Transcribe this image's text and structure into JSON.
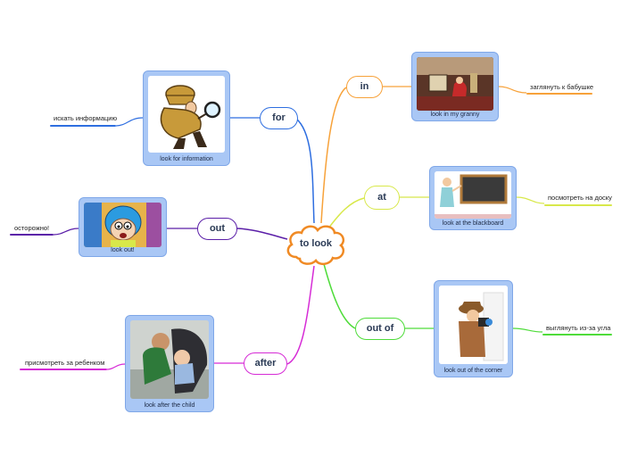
{
  "center": {
    "label": "to look",
    "color": "#f08a24"
  },
  "branches": {
    "for": {
      "label": "for",
      "caption": "look for information",
      "note": "искать информацию",
      "color": "#2e6ee0"
    },
    "out": {
      "label": "out",
      "caption": "look out!",
      "note": "осторожно!",
      "color": "#5b1fa8"
    },
    "after": {
      "label": "after",
      "caption": "look after the child",
      "note": "присмотреть за ребенком",
      "color": "#d62bd6"
    },
    "in": {
      "label": "in",
      "caption": "look in my granny",
      "note": "заглянуть к бабушке",
      "color": "#f7a23a"
    },
    "at": {
      "label": "at",
      "caption": "look at the blackboard",
      "note": "посмотреть на доску",
      "color": "#d8e84a"
    },
    "outof": {
      "label": "out of",
      "caption": "look out of the corner",
      "note": "выглянуть из-за угла",
      "color": "#4fdc3a"
    }
  },
  "icons": {
    "for": "detective-icon",
    "out": "cartoon-boy-icon",
    "after": "parent-child-photo-icon",
    "in": "living-room-photo-icon",
    "at": "teacher-blackboard-icon",
    "outof": "spy-camera-icon"
  }
}
